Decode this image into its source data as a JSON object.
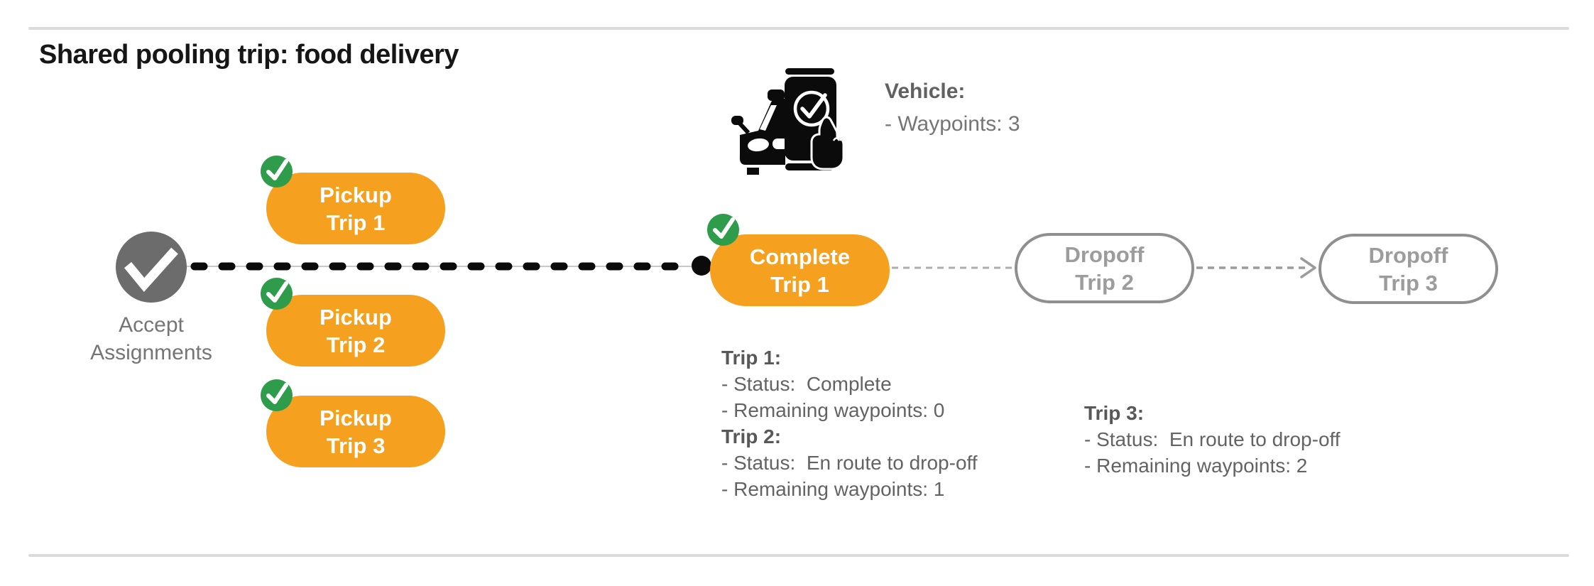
{
  "title": "Shared pooling trip: food delivery",
  "vehicle": {
    "icon": "car-with-phone-check-icon",
    "label": "Vehicle:",
    "waypoints": "- Waypoints: 3"
  },
  "flow": {
    "start": {
      "line1": "Accept",
      "line2": "Assignments",
      "icon": "checkmark-icon"
    },
    "pickups": [
      {
        "line1": "Pickup",
        "line2": "Trip 1",
        "badge": "check-badge-icon"
      },
      {
        "line1": "Pickup",
        "line2": "Trip 2",
        "badge": "check-badge-icon"
      },
      {
        "line1": "Pickup",
        "line2": "Trip 3",
        "badge": "check-badge-icon"
      }
    ],
    "complete": {
      "line1": "Complete",
      "line2": "Trip 1",
      "badge": "check-badge-icon"
    },
    "dropoffs": [
      {
        "line1": "Dropoff",
        "line2": "Trip 2"
      },
      {
        "line1": "Dropoff",
        "line2": "Trip 3"
      }
    ]
  },
  "details": {
    "trip1": {
      "label": "Trip 1:",
      "status": "- Status:  Complete",
      "waypoints": "- Remaining waypoints: 0"
    },
    "trip2": {
      "label": "Trip 2:",
      "status": "- Status:  En route to drop-off",
      "waypoints": "- Remaining waypoints: 1"
    },
    "trip3": {
      "label": "Trip 3:",
      "status": "- Status:  En route to drop-off",
      "waypoints": "- Remaining waypoints: 2"
    }
  },
  "colors": {
    "orange": "#F5A01E",
    "green": "#2F9C4C",
    "start_node_gray": "#6C6C6C",
    "text_gray": "#757575",
    "dropoff_gray": "#9C9C9C",
    "divider_gray": "#DBDBDB",
    "connector_black": "#0B0B0B"
  }
}
